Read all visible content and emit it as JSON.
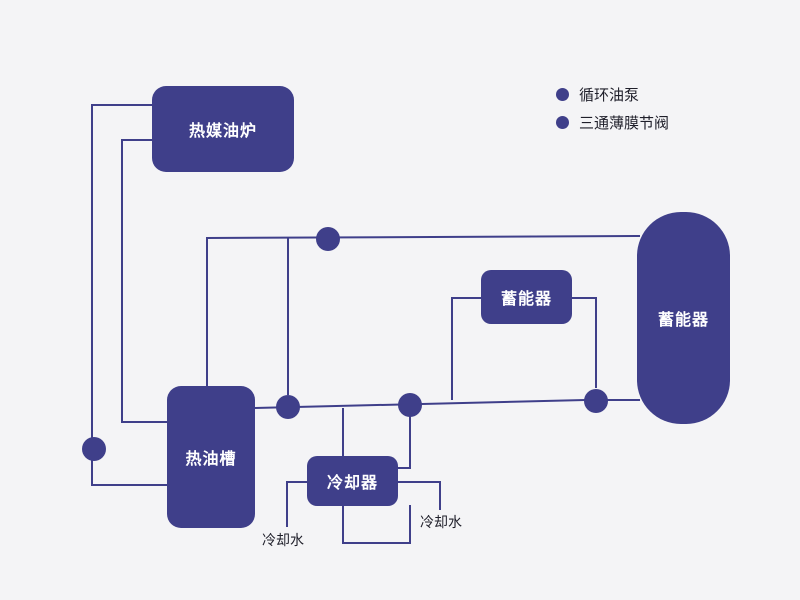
{
  "colors": {
    "node": "#3f3f8a",
    "line": "#3f3f8a",
    "background": "#f4f4f6"
  },
  "legend": [
    {
      "label": "循环油泵",
      "symbol": "filled-circle"
    },
    {
      "label": "三通薄膜节阀",
      "symbol": "filled-circle"
    }
  ],
  "components": {
    "furnace": "热媒油炉",
    "hot_oil_tank": "热油槽",
    "cooler": "冷却器",
    "accumulator_small": "蓄能器",
    "accumulator_large": "蓄能器"
  },
  "labels": {
    "cooling_water_left": "冷却水",
    "cooling_water_right": "冷却水"
  }
}
